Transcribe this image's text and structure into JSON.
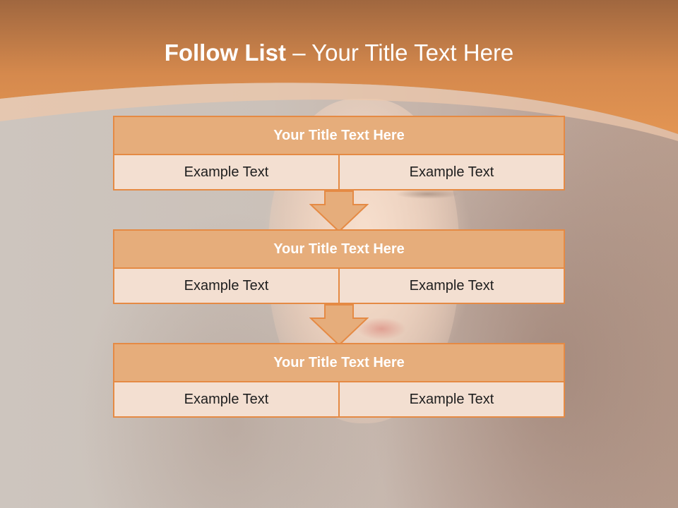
{
  "slide": {
    "title_bold": "Follow List",
    "title_rest": " – Your Title Text Here"
  },
  "stages": [
    {
      "title": "Your Title Text Here",
      "left": "Example Text",
      "right": "Example Text"
    },
    {
      "title": "Your Title Text Here",
      "left": "Example Text",
      "right": "Example Text"
    },
    {
      "title": "Your Title Text Here",
      "left": "Example Text",
      "right": "Example Text"
    }
  ],
  "colors": {
    "accent": "#e58a44",
    "header_dark": "#a0673f",
    "header_light": "#e39553",
    "stage_title_fill": "#e6ad7b",
    "cell_fill": "#f3dfd1"
  }
}
